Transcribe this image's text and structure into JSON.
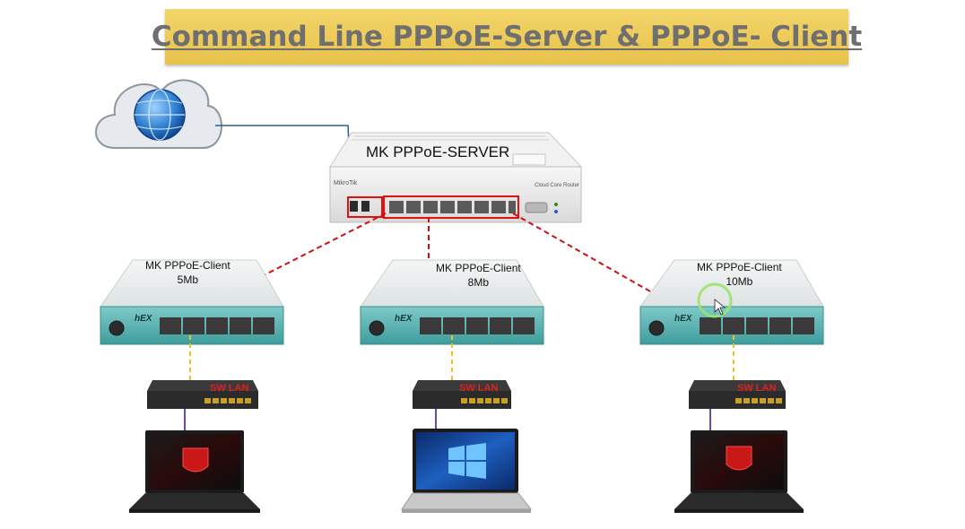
{
  "title": "Command Line PPPoE-Server & PPPoE- Client",
  "server": {
    "label": "MK PPPoE-SERVER",
    "panel_text": "Cloud Core Router"
  },
  "clients": [
    {
      "name": "MK PPPoE-Client",
      "speed": "5Mb",
      "model": "hEX",
      "laptop": "msi"
    },
    {
      "name": "MK PPPoE-Client",
      "speed": "8Mb",
      "model": "hEX",
      "laptop": "windows"
    },
    {
      "name": "MK PPPoE-Client",
      "speed": "10Mb",
      "model": "hEX",
      "laptop": "msi"
    }
  ],
  "switch_label": "SW LAN",
  "colors": {
    "banner": "#e8c24a",
    "link_red": "#d01010",
    "link_yellow": "#f0c020",
    "link_blue": "#2a5aa0",
    "link_purple": "#6a4aa0",
    "router_teal": "#4fb0b0",
    "highlight_green": "#9be36a"
  },
  "icons": [
    "cloud-globe-icon",
    "router-icon",
    "switch-icon",
    "laptop-icon",
    "cursor-icon"
  ]
}
